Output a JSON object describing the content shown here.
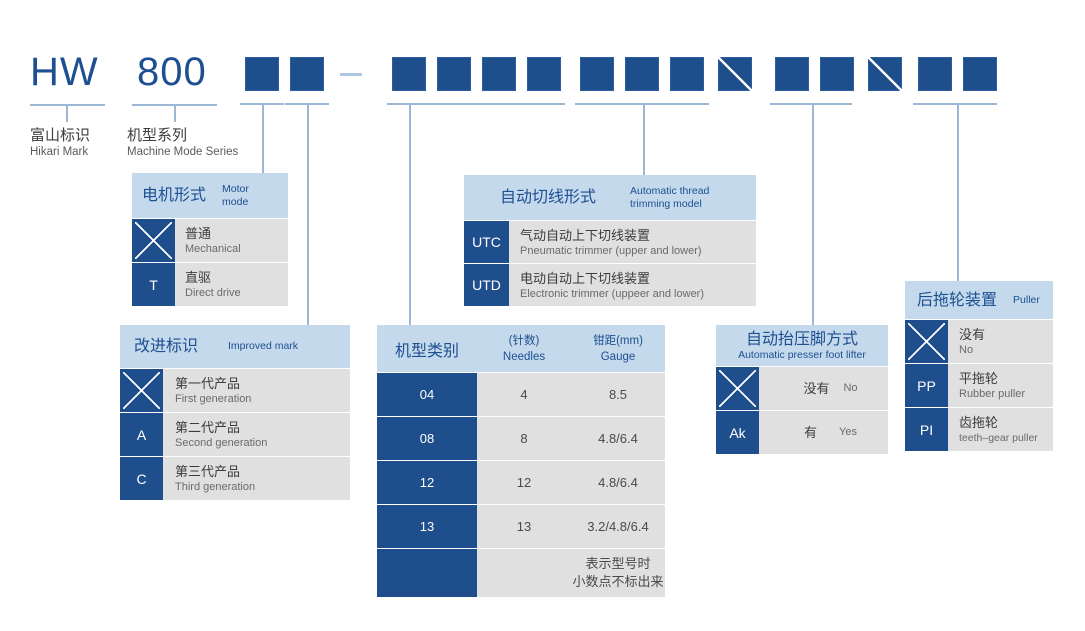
{
  "code_row": {
    "brand": "HW",
    "series": "800",
    "separator_dash": "–"
  },
  "top_labels": [
    {
      "cn": "富山标识",
      "en": "Hikari Mark"
    },
    {
      "cn": "机型系列",
      "en": "Machine Mode Series"
    }
  ],
  "panels": {
    "motor_mode": {
      "title_cn": "电机形式",
      "title_en": "Motor mode",
      "rows": [
        {
          "code": "",
          "code_mark": "x",
          "cn": "普通",
          "en": "Mechanical"
        },
        {
          "code": "T",
          "code_mark": "",
          "cn": "直驱",
          "en": "Direct drive"
        }
      ]
    },
    "improved_mark": {
      "title_cn": "改进标识",
      "title_en": "Improved mark",
      "rows": [
        {
          "code": "",
          "code_mark": "x",
          "cn": "第一代产品",
          "en": "First generation"
        },
        {
          "code": "A",
          "code_mark": "",
          "cn": "第二代产品",
          "en": "Second generation"
        },
        {
          "code": "C",
          "code_mark": "",
          "cn": "第三代产品",
          "en": "Third generation"
        }
      ]
    },
    "thread_trimming": {
      "title_cn": "自动切线形式",
      "title_en_line1": "Automatic thread",
      "title_en_line2": "trimming model",
      "rows": [
        {
          "code": "UTC",
          "cn": "气动自动上下切线装置",
          "en": "Pneumatic trimmer (upper and lower)"
        },
        {
          "code": "UTD",
          "cn": "电动自动上下切线装置",
          "en": "Electronic trimmer (uppeer and lower)"
        }
      ]
    },
    "presser_foot": {
      "title_cn": "自动抬压脚方式",
      "title_en": "Automatic presser foot lifter",
      "rows": [
        {
          "code": "",
          "code_mark": "x",
          "cn": "没有",
          "en": "No"
        },
        {
          "code": "Ak",
          "code_mark": "",
          "cn": "有",
          "en": "Yes"
        }
      ]
    },
    "puller": {
      "title_cn": "后拖轮装置",
      "title_en": "Puller",
      "rows": [
        {
          "code": "",
          "code_mark": "x",
          "cn": "没有",
          "en": "No"
        },
        {
          "code": "PP",
          "code_mark": "",
          "cn": "平拖轮",
          "en": "Rubber puller"
        },
        {
          "code": "PI",
          "code_mark": "",
          "cn": "齿拖轮",
          "en": "teeth–gear puller"
        }
      ]
    },
    "machine_type": {
      "title_cn": "机型类别",
      "col_needles_cn": "(针数)",
      "col_needles_en": "Needles",
      "col_gauge_cn": "钳距(mm)",
      "col_gauge_en": "Gauge",
      "rows": [
        {
          "code": "04",
          "needles": "4",
          "gauge": "8.5"
        },
        {
          "code": "08",
          "needles": "8",
          "gauge": "4.8/6.4"
        },
        {
          "code": "12",
          "needles": "12",
          "gauge": "4.8/6.4"
        },
        {
          "code": "13",
          "needles": "13",
          "gauge": "3.2/4.8/6.4"
        }
      ],
      "note_line1": "表示型号时",
      "note_line2": "小数点不标出来"
    }
  },
  "colors": {
    "deep_blue": "#1f4e8c",
    "text_blue": "#1d4f91",
    "header_blue": "#c4d9ec",
    "row_gray": "#e0e0e0",
    "connector": "#9bb8d6"
  }
}
